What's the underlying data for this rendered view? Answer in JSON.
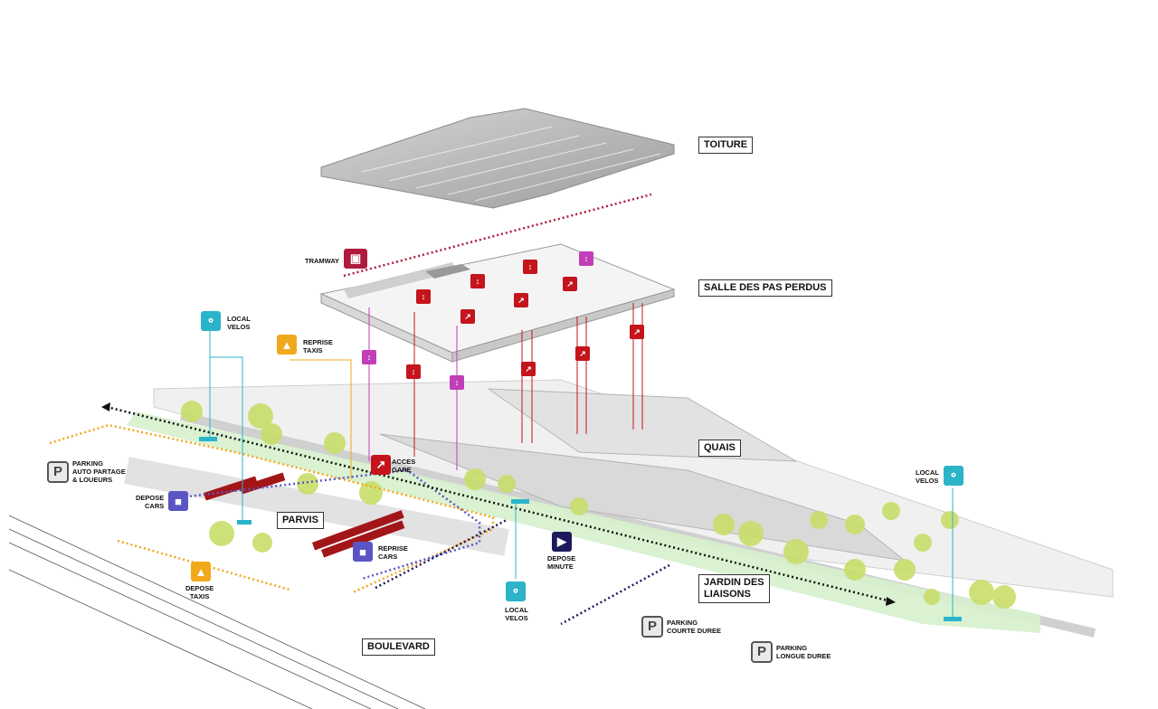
{
  "labels": {
    "toiture": "TOITURE",
    "salle": "SALLE DES PAS PERDUS",
    "quais": "QUAIS",
    "jardin": "JARDIN DES\nLIAISONS",
    "parvis": "PARVIS",
    "boulevard": "BOULEVARD",
    "tramway": "TRAMWAY",
    "local_velos_1": "LOCAL\nVELOS",
    "local_velos_2": "LOCAL\nVELOS",
    "local_velos_3": "LOCAL\nVELOS",
    "reprise_taxis": "REPRISE\nTAXIS",
    "acces_gare": "ACCES\nGARE",
    "parking_auto": "PARKING\nAUTO PARTAGE\n& LOUEURS",
    "depose_cars": "DEPOSE\nCARS",
    "reprise_cars": "REPRISE\nCARS",
    "depose_taxis": "DEPOSE\nTAXIS",
    "depose_minute": "DEPOSE\nMINUTE",
    "parking_courte": "PARKING\nCOURTE DUREE",
    "parking_longue": "PARKING\nLONGUE DUREE"
  },
  "icons": {
    "bike": "bicycle-icon",
    "taxi": "taxi-icon",
    "bus": "bus-icon",
    "parking": "parking-icon",
    "escalator": "escalator-icon",
    "elevator": "elevator-icon",
    "pedestrian": "pedestrian-icon",
    "tram": "tram-icon"
  },
  "colors": {
    "bike": "#2bb3c9",
    "taxi": "#f2a81c",
    "bus": "#5b55c4",
    "transit_red": "#c4141c",
    "elevator_magenta": "#c23db8",
    "depose_minute": "#1d1a5c",
    "tram_line": "#b01a3c",
    "garden": "#cfeec4",
    "tree": "#c8de6a"
  }
}
